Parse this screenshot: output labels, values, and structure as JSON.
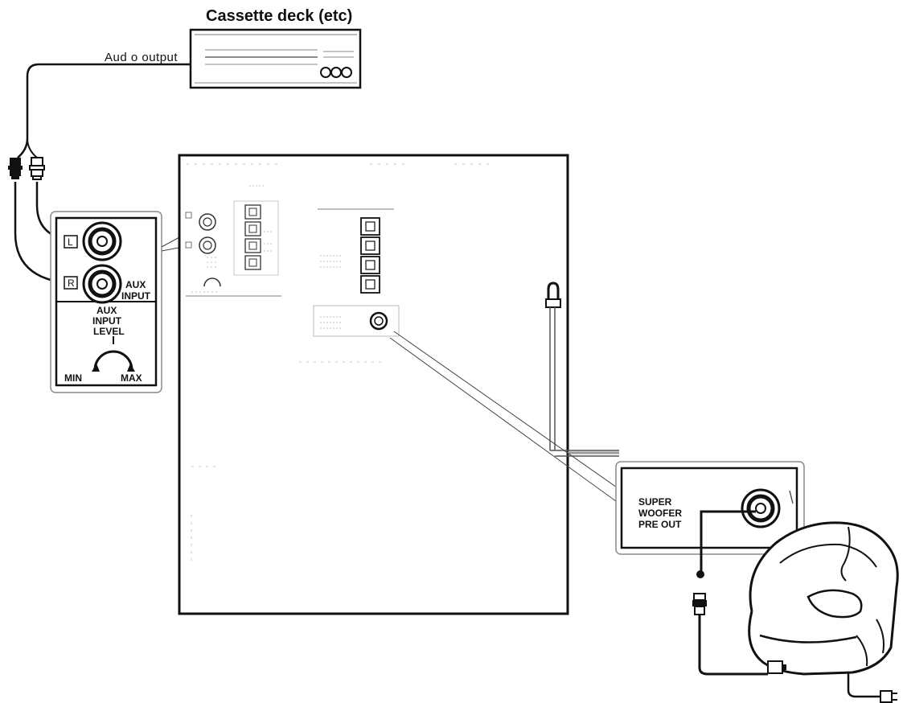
{
  "cassette": {
    "title": "Cassette deck (etc)",
    "output_label": "Aud o output"
  },
  "aux_panel": {
    "left_channel": "L",
    "right_channel": "R",
    "aux_line1": "AUX",
    "aux_line2": "INPUT",
    "level_line1": "AUX",
    "level_line2": "INPUT",
    "level_line3": "LEVEL",
    "min_label": "MIN",
    "max_label": "MAX"
  },
  "subwoofer_panel": {
    "line1": "SUPER",
    "line2": "WOOFER",
    "line3": "PRE OUT"
  },
  "colors": {
    "ink": "#111111",
    "panel_border": "#8a8a8a",
    "faint": "#9a9a9a"
  }
}
